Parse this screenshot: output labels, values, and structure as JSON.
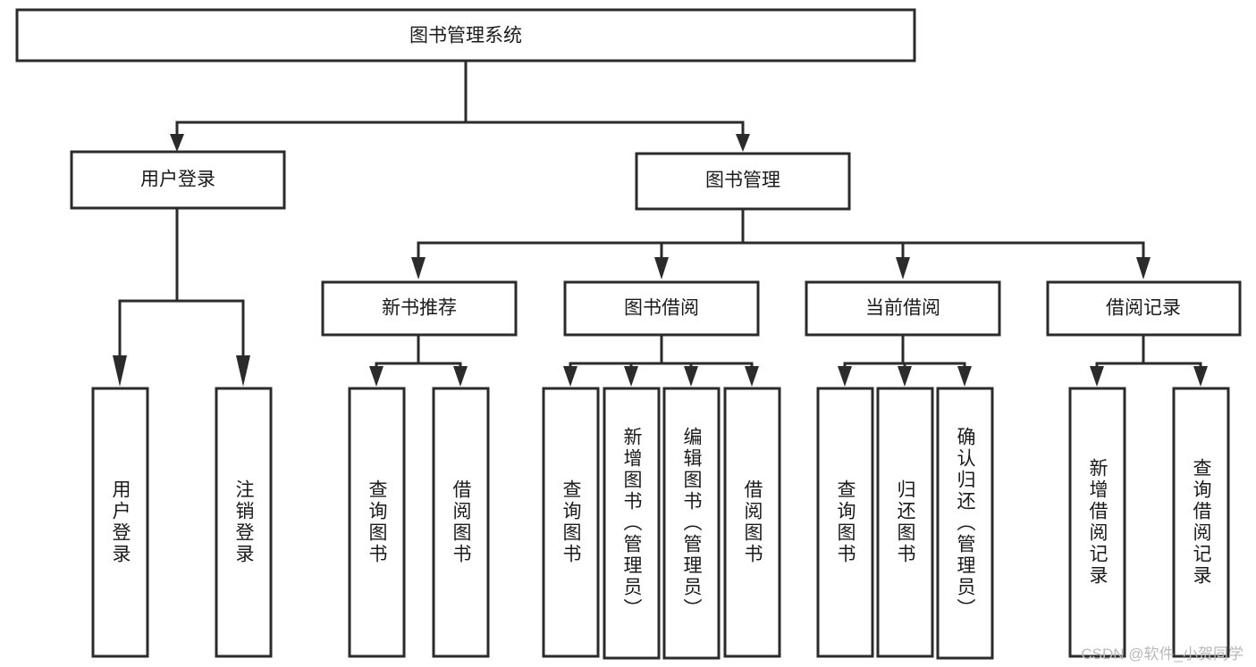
{
  "diagram": {
    "type": "tree-hierarchy",
    "title": "图书管理系统",
    "root": {
      "id": "root",
      "label": "图书管理系统",
      "orientation": "horizontal"
    },
    "level1": [
      {
        "id": "user-login",
        "label": "用户登录",
        "orientation": "horizontal"
      },
      {
        "id": "book-management",
        "label": "图书管理",
        "orientation": "horizontal"
      }
    ],
    "level2": [
      {
        "id": "new-book-recommend",
        "label": "新书推荐",
        "orientation": "horizontal",
        "parent": "book-management"
      },
      {
        "id": "book-borrow",
        "label": "图书借阅",
        "orientation": "horizontal",
        "parent": "book-management"
      },
      {
        "id": "current-borrow",
        "label": "当前借阅",
        "orientation": "horizontal",
        "parent": "book-management"
      },
      {
        "id": "borrow-record",
        "label": "借阅记录",
        "orientation": "horizontal",
        "parent": "book-management"
      }
    ],
    "leaves": [
      {
        "id": "leaf-user-login",
        "label": "用户登录",
        "orientation": "vertical",
        "parent": "user-login"
      },
      {
        "id": "leaf-user-logout",
        "label": "注销登录",
        "orientation": "vertical",
        "parent": "user-login"
      },
      {
        "id": "leaf-query-book-1",
        "label": "查询图书",
        "orientation": "vertical",
        "parent": "new-book-recommend"
      },
      {
        "id": "leaf-borrow-book-1",
        "label": "借阅图书",
        "orientation": "vertical",
        "parent": "new-book-recommend"
      },
      {
        "id": "leaf-query-book-2",
        "label": "查询图书",
        "orientation": "vertical",
        "parent": "book-borrow"
      },
      {
        "id": "leaf-add-book",
        "label": "新增图书（管理员）",
        "orientation": "vertical",
        "parent": "book-borrow"
      },
      {
        "id": "leaf-edit-book",
        "label": "编辑图书（管理员）",
        "orientation": "vertical",
        "parent": "book-borrow"
      },
      {
        "id": "leaf-borrow-book-2",
        "label": "借阅图书",
        "orientation": "vertical",
        "parent": "book-borrow"
      },
      {
        "id": "leaf-query-book-3",
        "label": "查询图书",
        "orientation": "vertical",
        "parent": "current-borrow"
      },
      {
        "id": "leaf-return-book",
        "label": "归还图书",
        "orientation": "vertical",
        "parent": "current-borrow"
      },
      {
        "id": "leaf-confirm-return",
        "label": "确认归还（管理员）",
        "orientation": "vertical",
        "parent": "current-borrow"
      },
      {
        "id": "leaf-add-record",
        "label": "新增借阅记录",
        "orientation": "vertical",
        "parent": "borrow-record"
      },
      {
        "id": "leaf-query-record",
        "label": "查询借阅记录",
        "orientation": "vertical",
        "parent": "borrow-record"
      }
    ],
    "colors": {
      "stroke": "#2b2b2b",
      "fill": "#ffffff",
      "text": "#1a1a1a",
      "watermark": "#b9b9b9"
    }
  },
  "watermark": {
    "text": "CSDN @软件_小贺同学"
  }
}
